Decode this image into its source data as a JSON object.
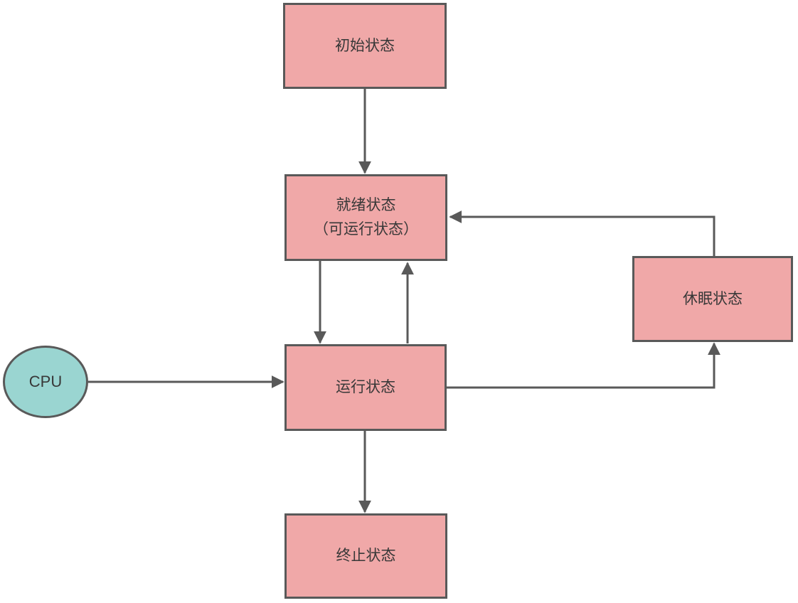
{
  "diagram": {
    "type": "flowchart",
    "nodes": {
      "initial": {
        "label": "初始状态"
      },
      "ready": {
        "label_line1": "就绪状态",
        "label_line2": "（可运行状态）"
      },
      "running": {
        "label": "运行状态"
      },
      "terminated": {
        "label": "终止状态"
      },
      "sleep": {
        "label": "休眠状态"
      },
      "cpu": {
        "label": "CPU"
      }
    },
    "edges": [
      {
        "from": "初始状态",
        "to": "就绪状态（可运行状态）"
      },
      {
        "from": "就绪状态（可运行状态）",
        "to": "运行状态"
      },
      {
        "from": "运行状态",
        "to": "就绪状态（可运行状态）"
      },
      {
        "from": "CPU",
        "to": "运行状态"
      },
      {
        "from": "运行状态",
        "to": "休眠状态"
      },
      {
        "from": "休眠状态",
        "to": "就绪状态（可运行状态）"
      },
      {
        "from": "运行状态",
        "to": "终止状态"
      }
    ],
    "colors": {
      "node_fill": "#F0A8A8",
      "cpu_fill": "#9AD5D1",
      "border": "#595959",
      "arrow": "#595959",
      "text": "#383838",
      "background": "#FFFFFF"
    }
  }
}
